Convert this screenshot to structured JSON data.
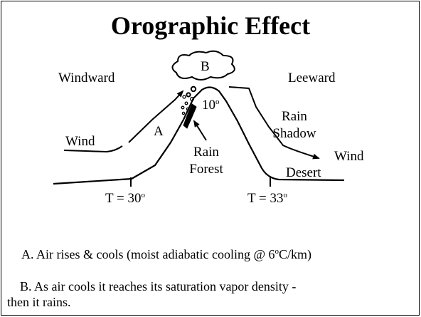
{
  "title": "Orographic Effect",
  "labels": {
    "windward": "Windward",
    "leeward": "Leeward",
    "wind_left": "Wind",
    "wind_right": "Wind",
    "point_a": "A",
    "point_b": "B",
    "peak_temp_value": "10",
    "rain_forest_1": "Rain",
    "rain_forest_2": "Forest",
    "rain_shadow_1": "Rain",
    "rain_shadow_2": "Shadow",
    "desert": "Desert",
    "temp_left": "T = 30",
    "temp_right": "T = 33",
    "degree_mark": "o"
  },
  "notes": {
    "a": {
      "prefix": "A.  Air rises & cools (moist adiabatic cooling @ 6",
      "sup": "o",
      "suffix": "C/km)"
    },
    "b_line1": "B.  As air cools it reaches its saturation vapor density -",
    "b_line2": "then it rains."
  }
}
